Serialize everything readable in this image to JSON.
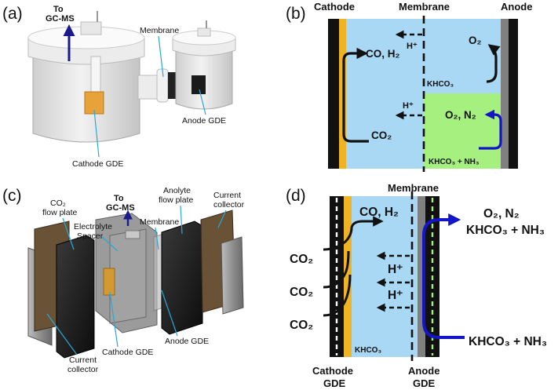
{
  "panels": {
    "a": {
      "label": "(a)",
      "to_gcms_1": "To",
      "to_gcms_2": "GC-MS",
      "membrane": "Membrane",
      "anode_gde": "Anode GDE",
      "cathode_gde": "Cathode GDE"
    },
    "b": {
      "label": "(b)",
      "cathode": "Cathode",
      "membrane": "Membrane",
      "anode": "Anode",
      "hplus_1": "H⁺",
      "hplus_2": "H⁺",
      "co_h2": "CO, H₂",
      "o2": "O₂",
      "khco3": "KHCO₃",
      "o2_n2": "O₂, N₂",
      "co2": "CO₂",
      "khco3_nh3": "KHCO₃ + NH₃",
      "colors": {
        "electrolyte": "#a9d8f5",
        "anolyte_nh3": "#a6f07f",
        "catalyst": "#f0b323",
        "electrode": "#111111",
        "gray": "#808080",
        "arrow_blue": "#1515c8"
      }
    },
    "c": {
      "label": "(c)",
      "co2_flow_plate_1": "CO₂",
      "co2_flow_plate_2": "flow plate",
      "to_gcms_1": "To",
      "to_gcms_2": "GC-MS",
      "anolyte_flow_plate_1": "Anolyte",
      "anolyte_flow_plate_2": "flow plate",
      "current_collector_r_1": "Current",
      "current_collector_r_2": "collector",
      "electrolyte_spacer_1": "Electrolyte",
      "electrolyte_spacer_2": "Spacer",
      "membrane": "Membrane",
      "current_collector_l_1": "Current",
      "current_collector_l_2": "collector",
      "cathode_gde": "Cathode GDE",
      "anode_gde": "Anode GDE"
    },
    "d": {
      "label": "(d)",
      "membrane": "Membrane",
      "co_h2": "CO, H₂",
      "o2_n2": "O₂, N₂",
      "khco3_nh3_top": "KHCO₃ + NH₃",
      "co2_1": "CO₂",
      "co2_2": "CO₂",
      "co2_3": "CO₂",
      "hplus_1": "H⁺",
      "hplus_2": "H⁺",
      "khco3_nh3_right": "KHCO₃ + NH₃",
      "khco3": "KHCO₃",
      "cathode_gde_1": "Cathode",
      "cathode_gde_2": "GDE",
      "anode_gde_1": "Anode",
      "anode_gde_2": "GDE"
    }
  }
}
